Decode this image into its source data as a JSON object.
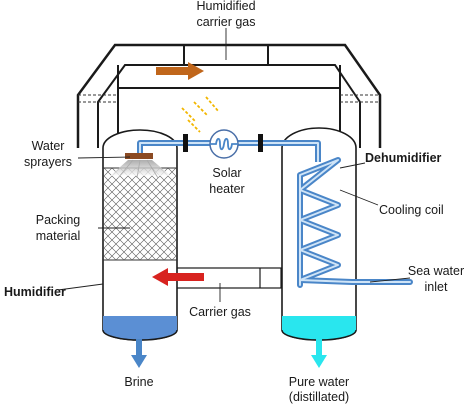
{
  "labels": {
    "humidified_line1": "Humidified",
    "humidified_line2": "carrier gas",
    "water_sprayers_line1": "Water",
    "water_sprayers_line2": "sprayers",
    "solar_heater_line1": "Solar",
    "solar_heater_line2": "heater",
    "dehumidifier": "Dehumidifier",
    "cooling_coil": "Cooling coil",
    "packing_line1": "Packing",
    "packing_line2": "material",
    "humidifier": "Humidifier",
    "sea_water_line1": "Sea water",
    "sea_water_line2": "inlet",
    "carrier_gas": "Carrier gas",
    "brine": "Brine",
    "pure_water_line1": "Pure water",
    "pure_water_line2": "(distillated)"
  },
  "colors": {
    "water_pipe": "#4a86c8",
    "pipe_inner": "#cfe4f7",
    "brine_pool": "#5b8fd4",
    "pure_water_pool": "#29e6ee",
    "hot_gas_arrow": "#c0661b",
    "cold_gas_arrow": "#d8231f",
    "sun_rays": "#f2b600",
    "sprayer_bar": "#8b4a23",
    "vessel_outline": "#1a1a1a"
  },
  "icons": {
    "solar_heater": "coil-in-circle-icon",
    "hot_gas_flow": "right-arrow-icon",
    "cold_gas_flow": "left-arrow-icon"
  }
}
